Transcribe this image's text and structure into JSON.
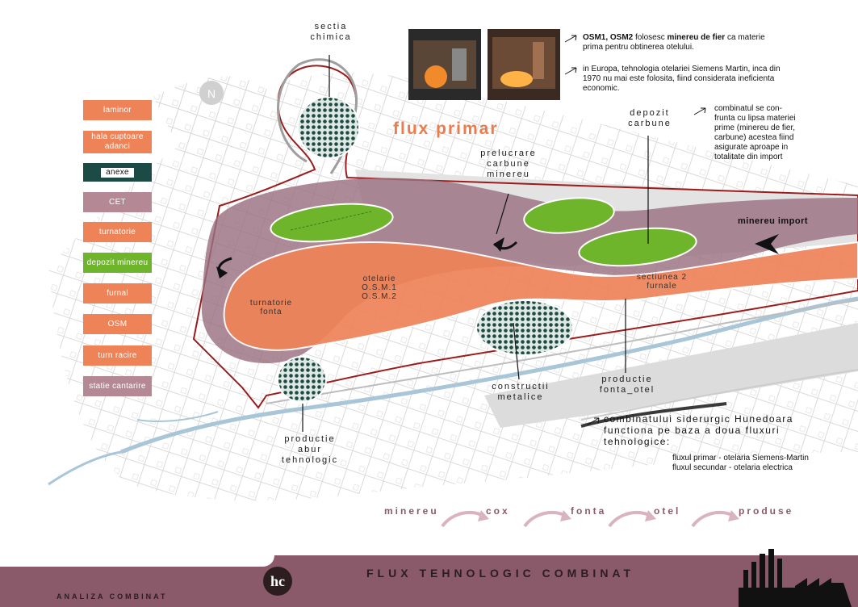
{
  "title_flux_primar": "flux primar",
  "legend": [
    {
      "label": "laminor",
      "color": "#ef8358"
    },
    {
      "label": "hala cuptoare adanci",
      "color": "#ef8358"
    },
    {
      "label": "anexe",
      "color": "#1c4a44"
    },
    {
      "label": "CET",
      "color": "#b48995"
    },
    {
      "label": "turnatorie",
      "color": "#ef8358"
    },
    {
      "label": "depozit minereu",
      "color": "#6fb52c"
    },
    {
      "label": "furnal",
      "color": "#ef8358"
    },
    {
      "label": "OSM",
      "color": "#ef8358"
    },
    {
      "label": "turn racire",
      "color": "#ef8358"
    },
    {
      "label": "statie cantarire",
      "color": "#b48995"
    }
  ],
  "map_labels": {
    "sectia": "sectia",
    "chimica": "chimica",
    "prelucrare": "prelucrare",
    "carbune_minereu_1": "carbune",
    "carbune_minereu_2": "minereu",
    "depozit": "depozit",
    "carbune": "carbune",
    "minereu_import": "minereu import",
    "otelarie_1": "otelarie",
    "otelarie_2": "O.S.M.1",
    "otelarie_3": "O.S.M.2",
    "turnatorie_1": "turnatorie",
    "turnatorie_2": "fonta",
    "sectiunea_1": "sectiunea 2",
    "sectiunea_2": "furnale",
    "constructii_1": "constructii",
    "constructii_2": "metalice",
    "productie_fonta_1": "productie",
    "productie_fonta_2": "fonta_otel",
    "productie_abur_1": "productie",
    "productie_abur_2": "abur",
    "productie_abur_3": "tehnologic"
  },
  "notes": {
    "osm_line1_bold1": "OSM1, OSM2",
    "osm_line1_mid": " folosesc ",
    "osm_line1_bold2": "minereu de fier",
    "osm_line1_end": " ca materie",
    "osm_line2": "prima pentru obtinerea otelului.",
    "europa_1": "in Europa, tehnologia otelariei Siemens Martin, inca din",
    "europa_2": "1970 nu mai este folosita, fiind considerata ineficienta",
    "europa_3": "economic.",
    "combinat_1": "combinatul se con-",
    "combinat_2": "frunta cu lipsa materiei",
    "combinat_3": "prime (minereu de fier,",
    "combinat_4": "carbune) acestea fiind",
    "combinat_5": "asigurate aproape in",
    "combinat_6": "totalitate din import",
    "siderurgic_1": "combinatului siderurgic Hunedoara",
    "siderurgic_2": "functiona pe baza a doua fluxuri",
    "siderurgic_3": "tehnologice:",
    "flux_primar_line": "fluxul primar - otelaria Siemens-Martin",
    "flux_secundar_line": "fluxul secundar - otelaria electrica"
  },
  "flow": [
    "minereu",
    "cox",
    "fonta",
    "otel",
    "produse"
  ],
  "scale": {
    "ticks": [
      "0",
      "50",
      "100",
      "200",
      "400"
    ]
  },
  "footer": {
    "logo": "hc",
    "title": "FLUX TEHNOLOGIC COMBINAT",
    "subtitle": "ANALIZA COMBINAT"
  },
  "colors": {
    "orange": "#ef8358",
    "mauve": "#8b5a6a",
    "purple_zone": "#9a7080",
    "green": "#6fb52c",
    "dark_teal": "#1c4a44",
    "boundary": "#9b1c1c"
  }
}
